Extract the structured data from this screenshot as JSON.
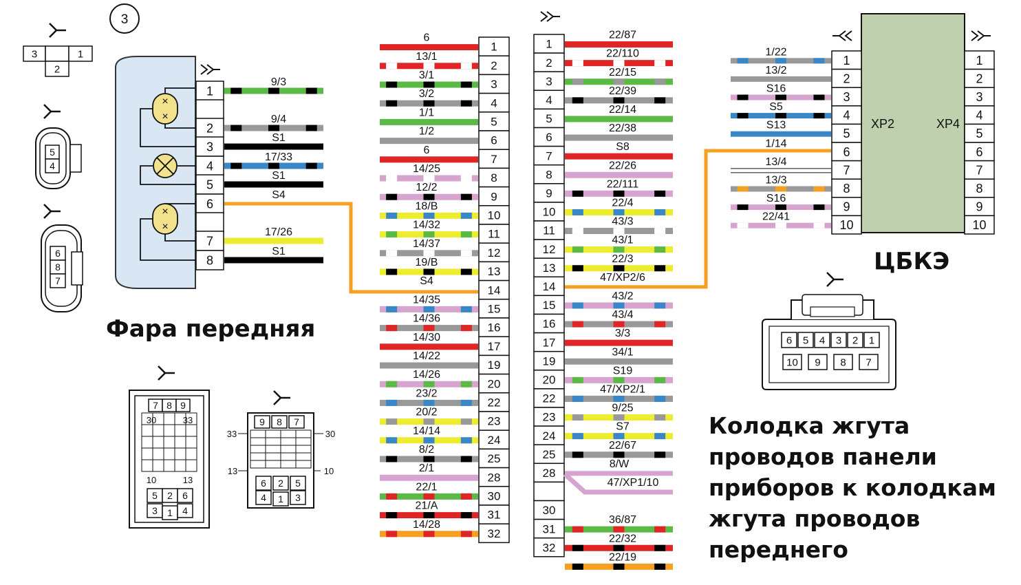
{
  "headlamp": {
    "title": "Фара передняя",
    "pins": [
      "1",
      "",
      "2",
      "3",
      "4",
      "5",
      "6",
      "",
      "7",
      "8"
    ],
    "wires": [
      {
        "pin": "1",
        "label": "9/3",
        "color": "#5bb946",
        "stripe": "#000000"
      },
      {
        "pin": "2",
        "label": "9/4",
        "color": "#999999",
        "stripe": "#000000"
      },
      {
        "pin": "3",
        "label": "S1",
        "color": "#000000",
        "stripe": null
      },
      {
        "pin": "4",
        "label": "17/33",
        "color": "#3a87c8",
        "stripe": "#000000"
      },
      {
        "pin": "5",
        "label": "S1",
        "color": "#000000",
        "stripe": null
      },
      {
        "pin": "6",
        "label": "S4",
        "color": "#f5a020",
        "stripe": null
      },
      {
        "pin": "7",
        "label": "17/26",
        "color": "#eeec2e",
        "stripe": null
      },
      {
        "pin": "8",
        "label": "S1",
        "color": "#000000",
        "stripe": null
      }
    ]
  },
  "diagram_number": "3",
  "connectorA": {
    "pins": [
      "1",
      "2",
      "3",
      "4",
      "5",
      "6",
      "7",
      "8",
      "9",
      "10",
      "11",
      "12",
      "13",
      "14",
      "15",
      "16",
      "17",
      "19",
      "20",
      "22",
      "23",
      "24",
      "25",
      "28",
      "30",
      "31",
      "32"
    ],
    "wires": [
      {
        "label": "6",
        "color": "#e02526",
        "stripe": null
      },
      {
        "label": "13/1",
        "color": "#e02526",
        "stripe": "#ffffff"
      },
      {
        "label": "3/1",
        "color": "#5bb946",
        "stripe": "#000000"
      },
      {
        "label": "3/2",
        "color": "#999999",
        "stripe": "#000000"
      },
      {
        "label": "1/1",
        "color": "#5bb946",
        "stripe": null
      },
      {
        "label": "1/2",
        "color": "#999999",
        "stripe": null
      },
      {
        "label": "6",
        "color": "#e02526",
        "stripe": null
      },
      {
        "label": "14/25",
        "color": "#d6a4cf",
        "stripe": "#ffffff"
      },
      {
        "label": "12/2",
        "color": "#d6a4cf",
        "stripe": "#000000"
      },
      {
        "label": "18/B",
        "color": "#eeec2e",
        "stripe": "#3a87c8"
      },
      {
        "label": "14/32",
        "color": "#eeec2e",
        "stripe": "#5bb946"
      },
      {
        "label": "14/37",
        "color": "#999999",
        "stripe": "#ffffff"
      },
      {
        "label": "19/B",
        "color": "#eeec2e",
        "stripe": "#000000"
      },
      {
        "label": "S4",
        "color": "#f5a020",
        "stripe": null
      },
      {
        "label": "14/35",
        "color": "#d6a4cf",
        "stripe": "#3a87c8"
      },
      {
        "label": "14/36",
        "color": "#999999",
        "stripe": "#e02526"
      },
      {
        "label": "14/30",
        "color": "#e02526",
        "stripe": null
      },
      {
        "label": "14/22",
        "color": "#999999",
        "stripe": null
      },
      {
        "label": "14/26",
        "color": "#d6a4cf",
        "stripe": "#5bb946"
      },
      {
        "label": "23/2",
        "color": "#999999",
        "stripe": "#3a87c8"
      },
      {
        "label": "20/2",
        "color": "#eeec2e",
        "stripe": "#999999"
      },
      {
        "label": "14/14",
        "color": "#eeec2e",
        "stripe": "#3a87c8"
      },
      {
        "label": "8/2",
        "color": "#999999",
        "stripe": "#000000"
      },
      {
        "label": "2/1",
        "color": "#d6a4cf",
        "stripe": null
      },
      {
        "label": "22/1",
        "color": "#5bb946",
        "stripe": "#e02526"
      },
      {
        "label": "21/A",
        "color": "#e02526",
        "stripe": "#000000"
      },
      {
        "label": "14/28",
        "color": "#f5a020",
        "stripe": "#e02526"
      }
    ]
  },
  "connectorB": {
    "pins": [
      "1",
      "2",
      "3",
      "4",
      "5",
      "6",
      "7",
      "8",
      "9",
      "10",
      "11",
      "12",
      "13",
      "14",
      "15",
      "16",
      "17",
      "19",
      "20",
      "22",
      "23",
      "24",
      "25",
      "28",
      "",
      "30",
      "31",
      "32"
    ],
    "wires": [
      {
        "label": "22/87",
        "color": "#e02526",
        "stripe": null
      },
      {
        "label": "22/110",
        "color": "#e02526",
        "stripe": "#ffffff"
      },
      {
        "label": "22/15",
        "color": "#5bb946",
        "stripe": "#999999"
      },
      {
        "label": "22/39",
        "color": "#999999",
        "stripe": "#000000"
      },
      {
        "label": "22/14",
        "color": "#5bb946",
        "stripe": null
      },
      {
        "label": "22/38",
        "color": "#999999",
        "stripe": null
      },
      {
        "label": "S8",
        "color": "#e02526",
        "stripe": null
      },
      {
        "label": "22/26",
        "color": "#d6a4cf",
        "stripe": null
      },
      {
        "label": "22/111",
        "color": "#d6a4cf",
        "stripe": "#000000"
      },
      {
        "label": "22/4",
        "color": "#eeec2e",
        "stripe": "#3a87c8"
      },
      {
        "label": "43/3",
        "color": "#999999",
        "stripe": "#ffffff"
      },
      {
        "label": "43/1",
        "color": "#eeec2e",
        "stripe": "#5bb946"
      },
      {
        "label": "22/3",
        "color": "#eeec2e",
        "stripe": "#000000"
      },
      {
        "label": "47/XP2/6",
        "color": "#f5a020",
        "stripe": null
      },
      {
        "label": "43/2",
        "color": "#d6a4cf",
        "stripe": "#3a87c8"
      },
      {
        "label": "43/4",
        "color": "#999999",
        "stripe": "#e02526"
      },
      {
        "label": "3/3",
        "color": "#e02526",
        "stripe": null
      },
      {
        "label": "34/1",
        "color": "#999999",
        "stripe": null
      },
      {
        "label": "S19",
        "color": "#d6a4cf",
        "stripe": "#5bb946"
      },
      {
        "label": "47/XP2/1",
        "color": "#999999",
        "stripe": "#3a87c8"
      },
      {
        "label": "9/25",
        "color": "#eeec2e",
        "stripe": "#999999"
      },
      {
        "label": "S7",
        "color": "#eeec2e",
        "stripe": "#3a87c8"
      },
      {
        "label": "22/67",
        "color": "#999999",
        "stripe": "#000000"
      },
      {
        "label": "8/W",
        "color": "#d6a4cf",
        "stripe": null
      },
      {
        "label": "47/XP1/10",
        "color": "#d6a4cf",
        "stripe": null
      },
      {
        "label": "36/87",
        "color": "#5bb946",
        "stripe": "#e02526"
      },
      {
        "label": "22/32",
        "color": "#e02526",
        "stripe": "#000000"
      },
      {
        "label": "22/19",
        "color": "#f5a020",
        "stripe": "#000000"
      }
    ]
  },
  "ecu": {
    "title": "ЦБКЭ",
    "xp2_label": "XP2",
    "xp4_label": "XP4",
    "xp2_pins": [
      "1",
      "2",
      "3",
      "4",
      "5",
      "6",
      "7",
      "8",
      "9",
      "10"
    ],
    "xp4_pins": [
      "1",
      "2",
      "3",
      "4",
      "5",
      "6",
      "7",
      "8",
      "9",
      "10"
    ],
    "wires": [
      {
        "label": "1/22",
        "color": "#999999",
        "stripe": "#3a87c8"
      },
      {
        "label": "13/2",
        "color": "#999999",
        "stripe": null
      },
      {
        "label": "S16",
        "color": "#d6a4cf",
        "stripe": "#000000"
      },
      {
        "label": "S5",
        "color": "#3a87c8",
        "stripe": "#000000"
      },
      {
        "label": "S13",
        "color": "#3a87c8",
        "stripe": null
      },
      {
        "label": "1/14",
        "color": "#f5a020",
        "stripe": null
      },
      {
        "label": "13/4",
        "color": "#ffffff",
        "stripe": null
      },
      {
        "label": "13/3",
        "color": "#999999",
        "stripe": "#f5a020"
      },
      {
        "label": "S16",
        "color": "#d6a4cf",
        "stripe": "#000000"
      },
      {
        "label": "22/41",
        "color": "#d6a4cf",
        "stripe": "#ffffff"
      }
    ]
  },
  "small_connectors": {
    "three_pin": [
      "3",
      "1",
      "2"
    ],
    "oval_two": [
      "5",
      "4"
    ],
    "oval_three": [
      "6",
      "8",
      "7"
    ],
    "ecu_plug_top": [
      "6",
      "5",
      "4",
      "3",
      "2",
      "1"
    ],
    "ecu_plug_bottom": [
      "10",
      "9",
      "8",
      "7"
    ],
    "tall_block_top": [
      "7",
      "8",
      "9"
    ],
    "tall_block_side": [
      "30",
      "33",
      "10",
      "13"
    ],
    "tall_block_bottom": [
      "5",
      "2",
      "6",
      "3",
      "1",
      "4"
    ],
    "square_block_top": [
      "9",
      "8",
      "7"
    ],
    "square_block_side": [
      "33",
      "30",
      "13",
      "10"
    ],
    "square_block_bottom": [
      "6",
      "2",
      "5",
      "4",
      "1",
      "3"
    ]
  },
  "caption": [
    "Колодка жгута",
    "проводов панели",
    "приборов к колодкам",
    "жгута проводов",
    "переднего"
  ]
}
